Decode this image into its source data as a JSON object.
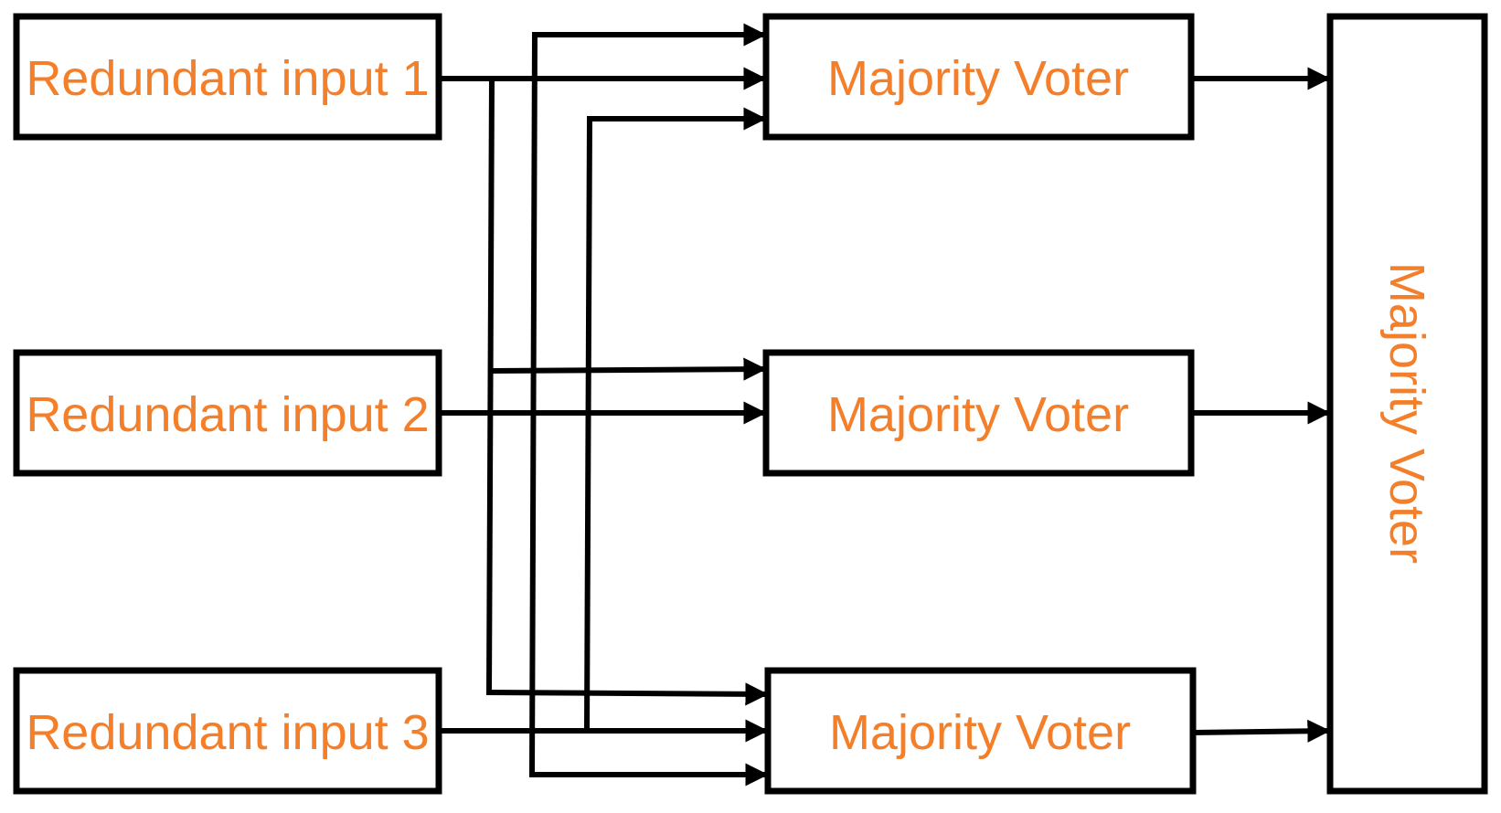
{
  "colors": {
    "label": "#F47F2A",
    "stroke": "#000000",
    "background": "#FFFFFF"
  },
  "inputs": [
    {
      "label": "Redundant input 1"
    },
    {
      "label": "Redundant input 2"
    },
    {
      "label": "Redundant input 3"
    }
  ],
  "voters": [
    {
      "label": "Majority Voter"
    },
    {
      "label": "Majority Voter"
    },
    {
      "label": "Majority Voter"
    }
  ],
  "final_voter": {
    "label": "Majority Voter"
  }
}
